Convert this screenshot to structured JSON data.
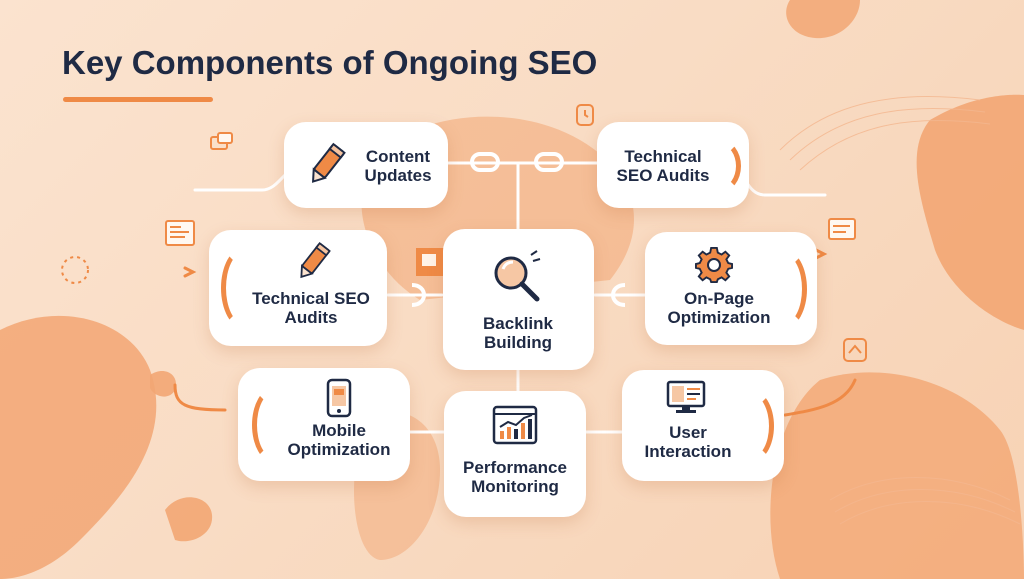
{
  "title": "Key Components of Ongoing SEO",
  "colors": {
    "accent": "#ef8a46",
    "text": "#1f2a44",
    "background": "#fbe3cf",
    "card": "#ffffff"
  },
  "nodes": {
    "content_updates": {
      "label": "Content\nUpdates",
      "icon": "pencil-icon"
    },
    "technical_top": {
      "label": "Technical\nSEO Audits",
      "icon": ""
    },
    "technical_left": {
      "label": "Technical SEO\nAudits",
      "icon": "pencil-icon"
    },
    "backlink": {
      "label": "Backlink\nBuilding",
      "icon": "magnifier-icon"
    },
    "on_page": {
      "label": "On-Page\nOptimization",
      "icon": "gear-icon"
    },
    "mobile": {
      "label": "Mobile\nOptimization",
      "icon": "smartphone-icon"
    },
    "performance": {
      "label": "Performance\nMonitoring",
      "icon": "analytics-window-icon"
    },
    "user_interaction": {
      "label": "User\nInteraction",
      "icon": "monitor-icon"
    }
  }
}
